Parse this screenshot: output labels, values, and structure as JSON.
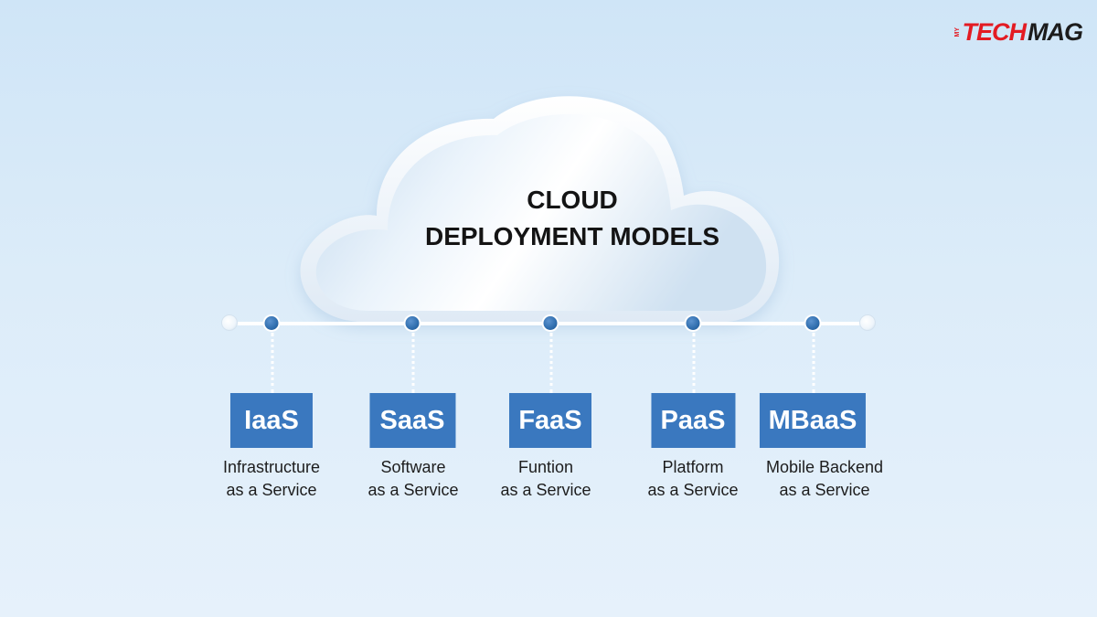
{
  "brand": {
    "prefix": "MY",
    "accent_part": "TECH",
    "dark_part": "MAG",
    "accent_color": "#e31b23"
  },
  "title": {
    "line1": "CLOUD",
    "line2": "DEPLOYMENT MODELS"
  },
  "colors": {
    "badge": "#3a78bf",
    "node": "#2f6dad",
    "timeline": "#ffffff"
  },
  "models": [
    {
      "abbr": "IaaS",
      "line1": "Infrastructure",
      "line2": "as a Service"
    },
    {
      "abbr": "SaaS",
      "line1": "Software",
      "line2": "as a Service"
    },
    {
      "abbr": "FaaS",
      "line1": "Funtion",
      "line2": "as a Service"
    },
    {
      "abbr": "PaaS",
      "line1": "Platform",
      "line2": "as a Service"
    },
    {
      "abbr": "MBaaS",
      "line1": "Mobile Backend",
      "line2": "as a Service"
    }
  ]
}
